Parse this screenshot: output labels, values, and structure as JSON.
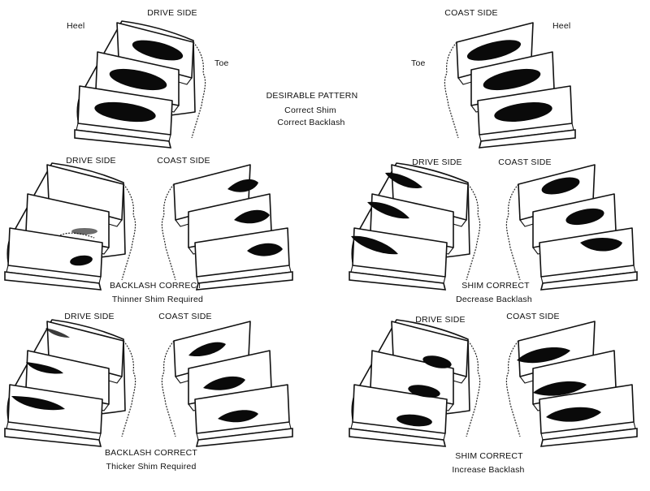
{
  "desirable": {
    "drive_side": "DRIVE SIDE",
    "coast_side": "COAST SIDE",
    "heel_left": "Heel",
    "toe_left": "Toe",
    "toe_right": "Toe",
    "heel_right": "Heel",
    "title": "DESIRABLE PATTERN",
    "line1": "Correct Shim",
    "line2": "Correct Backlash"
  },
  "panels": [
    {
      "id": "backlash-correct-thinner",
      "drive_side": "DRIVE SIDE",
      "coast_side": "COAST SIDE",
      "caption_title": "BACKLASH CORRECT",
      "caption_sub": "Thinner Shim Required"
    },
    {
      "id": "shim-correct-decrease",
      "drive_side": "DRIVE SIDE",
      "coast_side": "COAST SIDE",
      "caption_title": "SHIM CORRECT",
      "caption_sub": "Decrease Backlash"
    },
    {
      "id": "backlash-correct-thicker",
      "drive_side": "DRIVE SIDE",
      "coast_side": "COAST SIDE",
      "caption_title": "BACKLASH CORRECT",
      "caption_sub": "Thicker Shim Required"
    },
    {
      "id": "shim-correct-increase",
      "drive_side": "DRIVE SIDE",
      "coast_side": "COAST SIDE",
      "caption_title": "SHIM CORRECT",
      "caption_sub": "Increase Backlash"
    }
  ]
}
